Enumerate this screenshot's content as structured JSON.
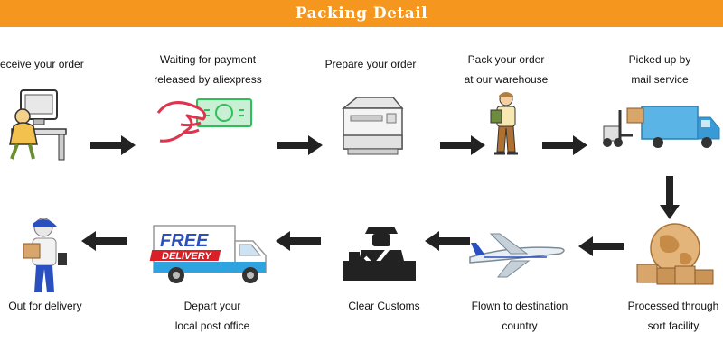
{
  "banner": {
    "title": "Packing Detail",
    "color": "#f5961e"
  },
  "steps": [
    {
      "label1": "eceive your order",
      "label2": "",
      "icon": "computer-user-icon"
    },
    {
      "label1": "Waiting for payment",
      "label2": "released by aliexpress",
      "icon": "hand-cash-icon"
    },
    {
      "label1": "Prepare your order",
      "label2": "",
      "icon": "printer-icon"
    },
    {
      "label1": "Pack your order",
      "label2": "at our warehouse",
      "icon": "warehouse-worker-icon"
    },
    {
      "label1": "Picked up by",
      "label2": "mail service",
      "icon": "forklift-truck-icon"
    },
    {
      "label1": "Processed through",
      "label2": "sort facility",
      "icon": "globe-boxes-icon"
    },
    {
      "label1": "Flown to destination",
      "label2": "country",
      "icon": "airplane-icon"
    },
    {
      "label1": "Clear Customs",
      "label2": "",
      "icon": "customs-officer-icon"
    },
    {
      "label1": "Depart your",
      "label2": "local post office",
      "icon": "delivery-truck-icon"
    },
    {
      "label1": "Out for delivery",
      "label2": "",
      "icon": "courier-icon"
    }
  ],
  "truck": {
    "line1": "FREE",
    "line2": "DELIVERY"
  },
  "colors": {
    "arrow": "#222222",
    "truck_blue": "#2fa3e0",
    "truck_red": "#d92027"
  }
}
